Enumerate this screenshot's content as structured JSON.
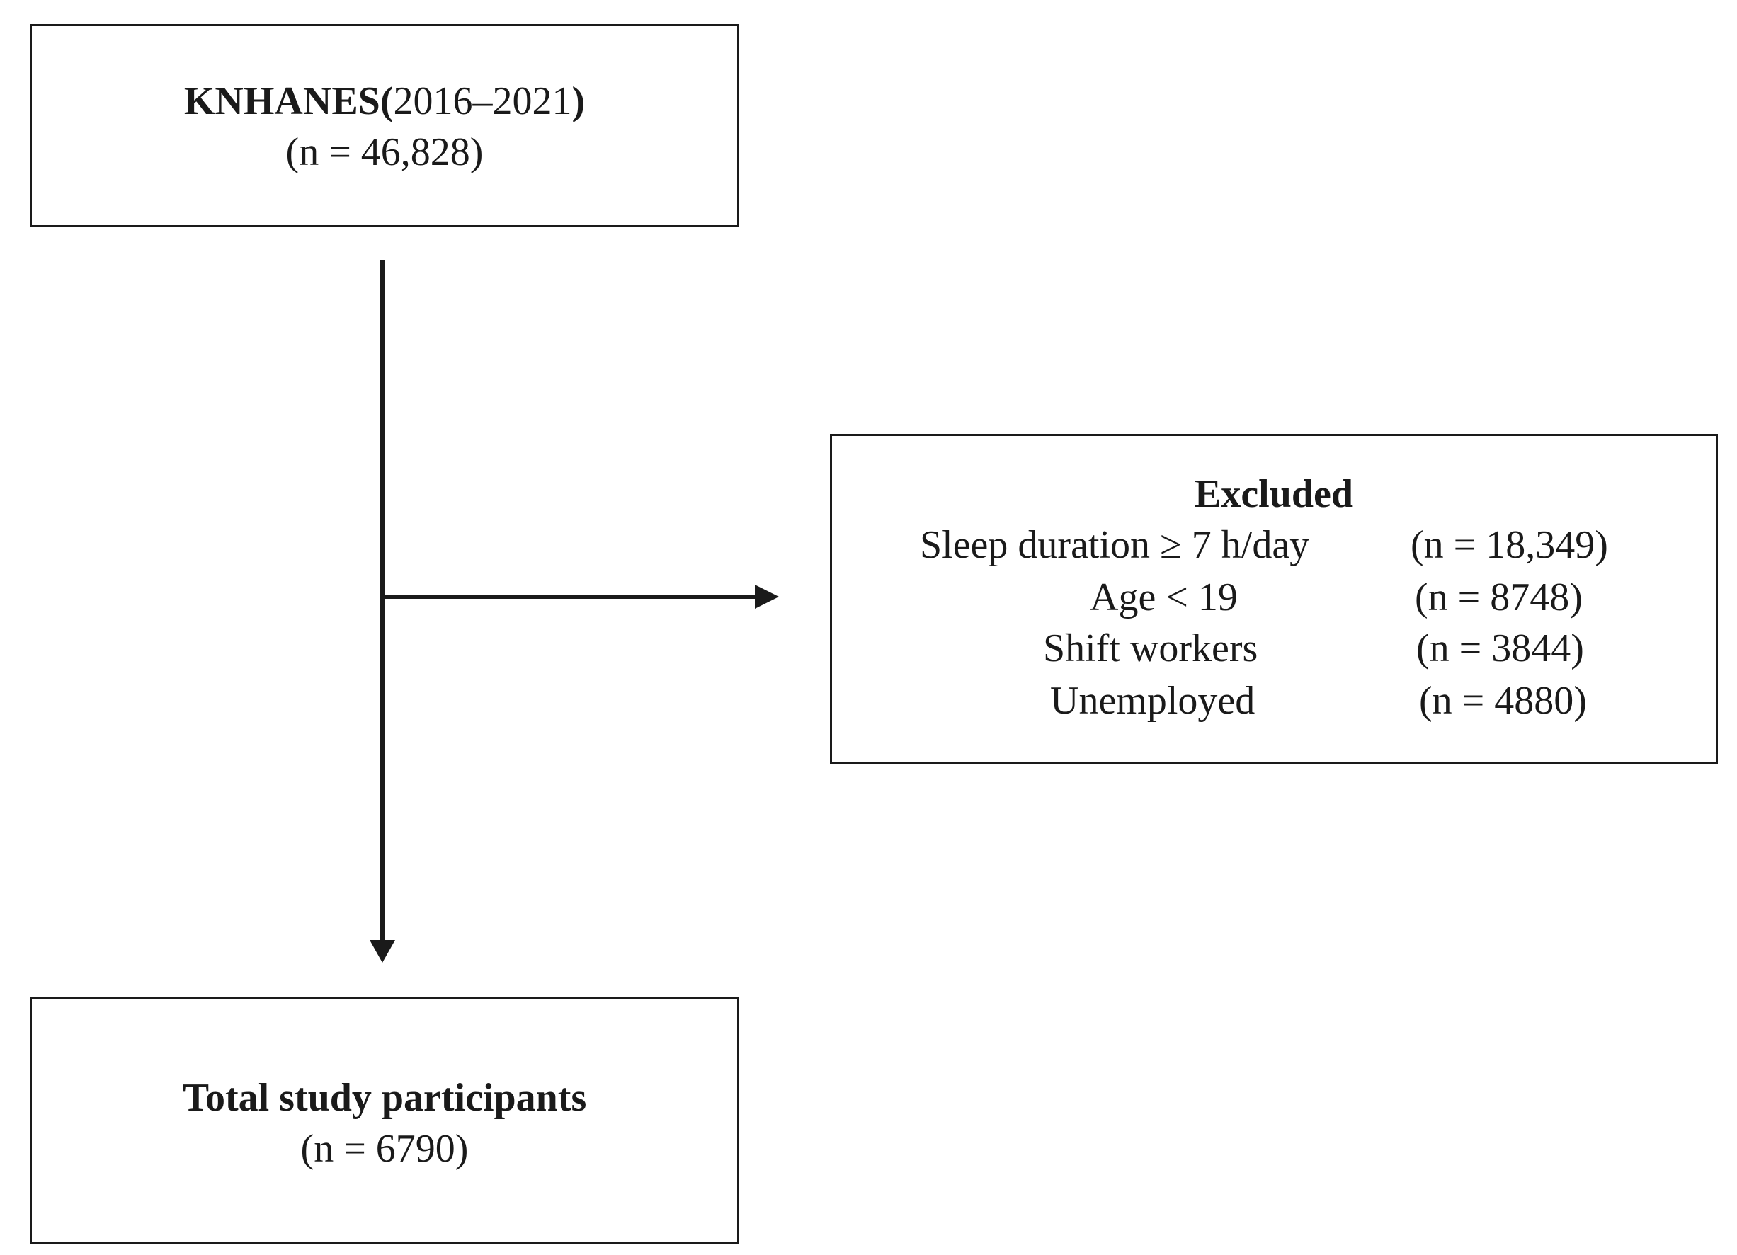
{
  "top_box": {
    "title_bold": "KNHANES(",
    "title_years": "2016–2021",
    "title_close": ")",
    "count": "(n = 46,828)"
  },
  "excluded_box": {
    "title": "Excluded",
    "rows": [
      {
        "label": "Sleep duration  ≥ 7 h/day",
        "count": "(n = 18,349)"
      },
      {
        "label": "Age < 19",
        "count": "(n = 8748)"
      },
      {
        "label": "Shift workers",
        "count": "(n = 3844)"
      },
      {
        "label": "Unemployed",
        "count": "(n = 4880)"
      }
    ]
  },
  "total_box": {
    "title": "Total study participants",
    "count": "(n = 6790)"
  }
}
